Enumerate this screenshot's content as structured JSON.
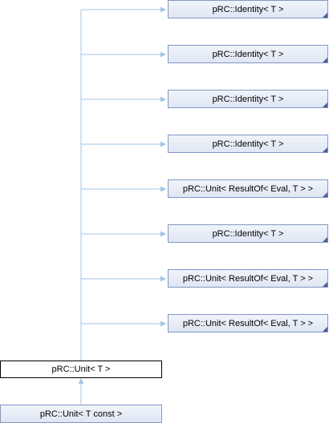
{
  "diagram": {
    "base_classes": [
      {
        "label": "pRC::Identity< T >"
      },
      {
        "label": "pRC::Identity< T >"
      },
      {
        "label": "pRC::Identity< T >"
      },
      {
        "label": "pRC::Identity< T >"
      },
      {
        "label": "pRC::Unit< ResultOf< Eval, T > >"
      },
      {
        "label": "pRC::Identity< T >"
      },
      {
        "label": "pRC::Unit< ResultOf< Eval, T > >"
      },
      {
        "label": "pRC::Unit< ResultOf< Eval, T > >"
      }
    ],
    "current_class": {
      "label": "pRC::Unit< T >"
    },
    "derived_class": {
      "label": "pRC::Unit< T const >"
    },
    "colors": {
      "edge": "#a0c4e6",
      "node_border": "#8496c4",
      "node_fill": "#e4eaf5",
      "current_border": "#000000"
    }
  }
}
